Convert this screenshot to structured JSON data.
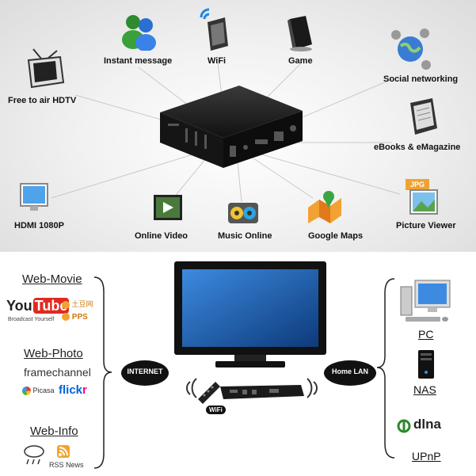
{
  "features": {
    "instant_message": "Instant message",
    "wifi": "WiFi",
    "game": "Game",
    "free_to_air": "Free to air HDTV",
    "social": "Social networking",
    "ebooks": "eBooks & eMagazine",
    "hdmi": "HDMI 1080P",
    "online_video": "Online Video",
    "music_online": "Music Online",
    "google_maps": "Google Maps",
    "picture_viewer": "Picture Viewer",
    "jpg_badge": "JPG"
  },
  "left": {
    "web_movie": "Web-Movie",
    "youtube_you": "You",
    "youtube_tube": "Tube",
    "youtube_tagline": "Broadcast Yourself",
    "tudou": "土豆网",
    "pps": "PPS",
    "web_photo": "Web-Photo",
    "framechannel": "framechannel",
    "picasa": "Picasa",
    "flickr_f": "flick",
    "flickr_r": "r",
    "web_info": "Web-Info",
    "rss_news": "RSS News"
  },
  "center": {
    "internet": "INTERNET",
    "home_lan": "Home LAN",
    "wifi_badge": "WiFi"
  },
  "right": {
    "pc": "PC",
    "nas": "NAS",
    "dlna": "dlna",
    "upnp": "UPnP"
  },
  "colors": {
    "youtube_red": "#e02a20",
    "flickr_blue": "#0063dc",
    "flickr_pink": "#ff0084",
    "dlna_green": "#2b8a2b"
  }
}
